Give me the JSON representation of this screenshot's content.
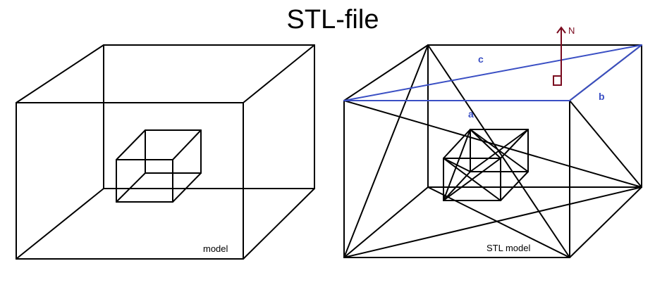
{
  "title": "STL-file",
  "left_panel": {
    "label": "model"
  },
  "right_panel": {
    "label": "STL model",
    "edge_labels": [
      "a",
      "b",
      "c"
    ],
    "normal_label": "N"
  },
  "colors": {
    "wire": "#000000",
    "triangle_edges": "#3a4fc4",
    "normal_vector": "#7a0a1e"
  }
}
